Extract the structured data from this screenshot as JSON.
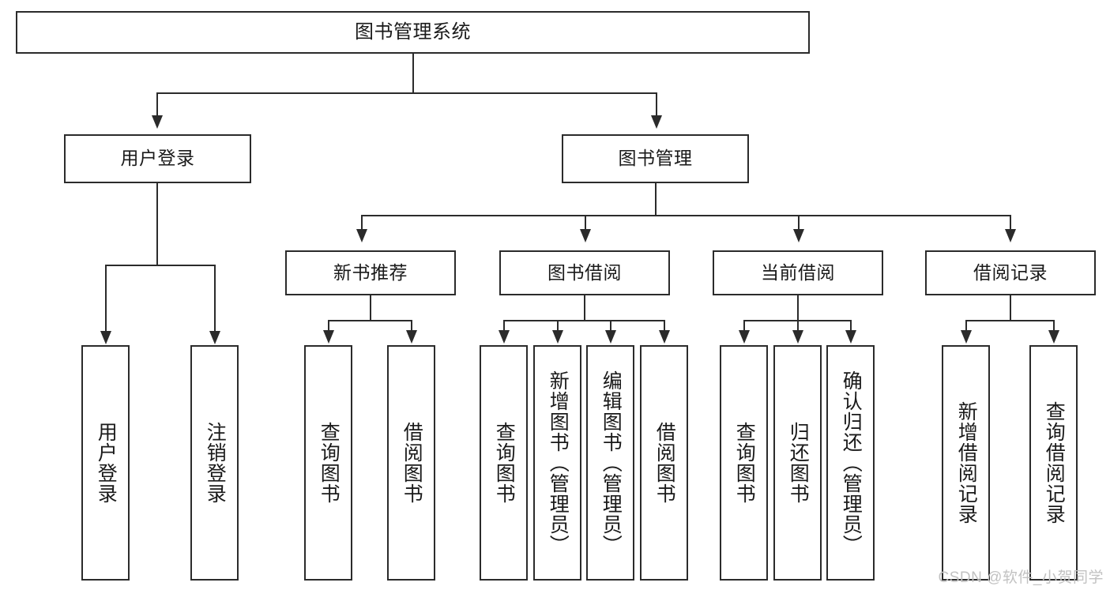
{
  "diagram": {
    "title": "图书管理系统",
    "watermark": "CSDN @软件_小贺同学",
    "root": {
      "label": "图书管理系统"
    },
    "level2": [
      {
        "id": "user-login",
        "label": "用户登录"
      },
      {
        "id": "book-manage",
        "label": "图书管理"
      }
    ],
    "level3": [
      {
        "id": "new-book-recommend",
        "label": "新书推荐"
      },
      {
        "id": "book-borrow",
        "label": "图书借阅"
      },
      {
        "id": "current-borrow",
        "label": "当前借阅"
      },
      {
        "id": "borrow-record",
        "label": "借阅记录"
      }
    ],
    "leaves": {
      "user_login": [
        {
          "id": "leaf-user-login",
          "label": "用户登录"
        },
        {
          "id": "leaf-logout-login",
          "label": "注销登录"
        }
      ],
      "new_book_recommend": [
        {
          "id": "leaf-query-book-1",
          "label": "查询图书"
        },
        {
          "id": "leaf-borrow-book-1",
          "label": "借阅图书"
        }
      ],
      "book_borrow": [
        {
          "id": "leaf-query-book-2",
          "label": "查询图书"
        },
        {
          "id": "leaf-add-book",
          "label": "新增图书（管理员）"
        },
        {
          "id": "leaf-edit-book",
          "label": "编辑图书（管理员）"
        },
        {
          "id": "leaf-borrow-book-2",
          "label": "借阅图书"
        }
      ],
      "current_borrow": [
        {
          "id": "leaf-query-book-3",
          "label": "查询图书"
        },
        {
          "id": "leaf-return-book",
          "label": "归还图书"
        },
        {
          "id": "leaf-confirm-return",
          "label": "确认归还（管理员）"
        }
      ],
      "borrow_record": [
        {
          "id": "leaf-add-record",
          "label": "新增借阅记录"
        },
        {
          "id": "leaf-query-record",
          "label": "查询借阅记录"
        }
      ]
    },
    "colors": {
      "stroke": "#2b2b2b",
      "fill": "#ffffff",
      "text": "#1a1a1a",
      "watermark": "#c2c2c2"
    }
  }
}
